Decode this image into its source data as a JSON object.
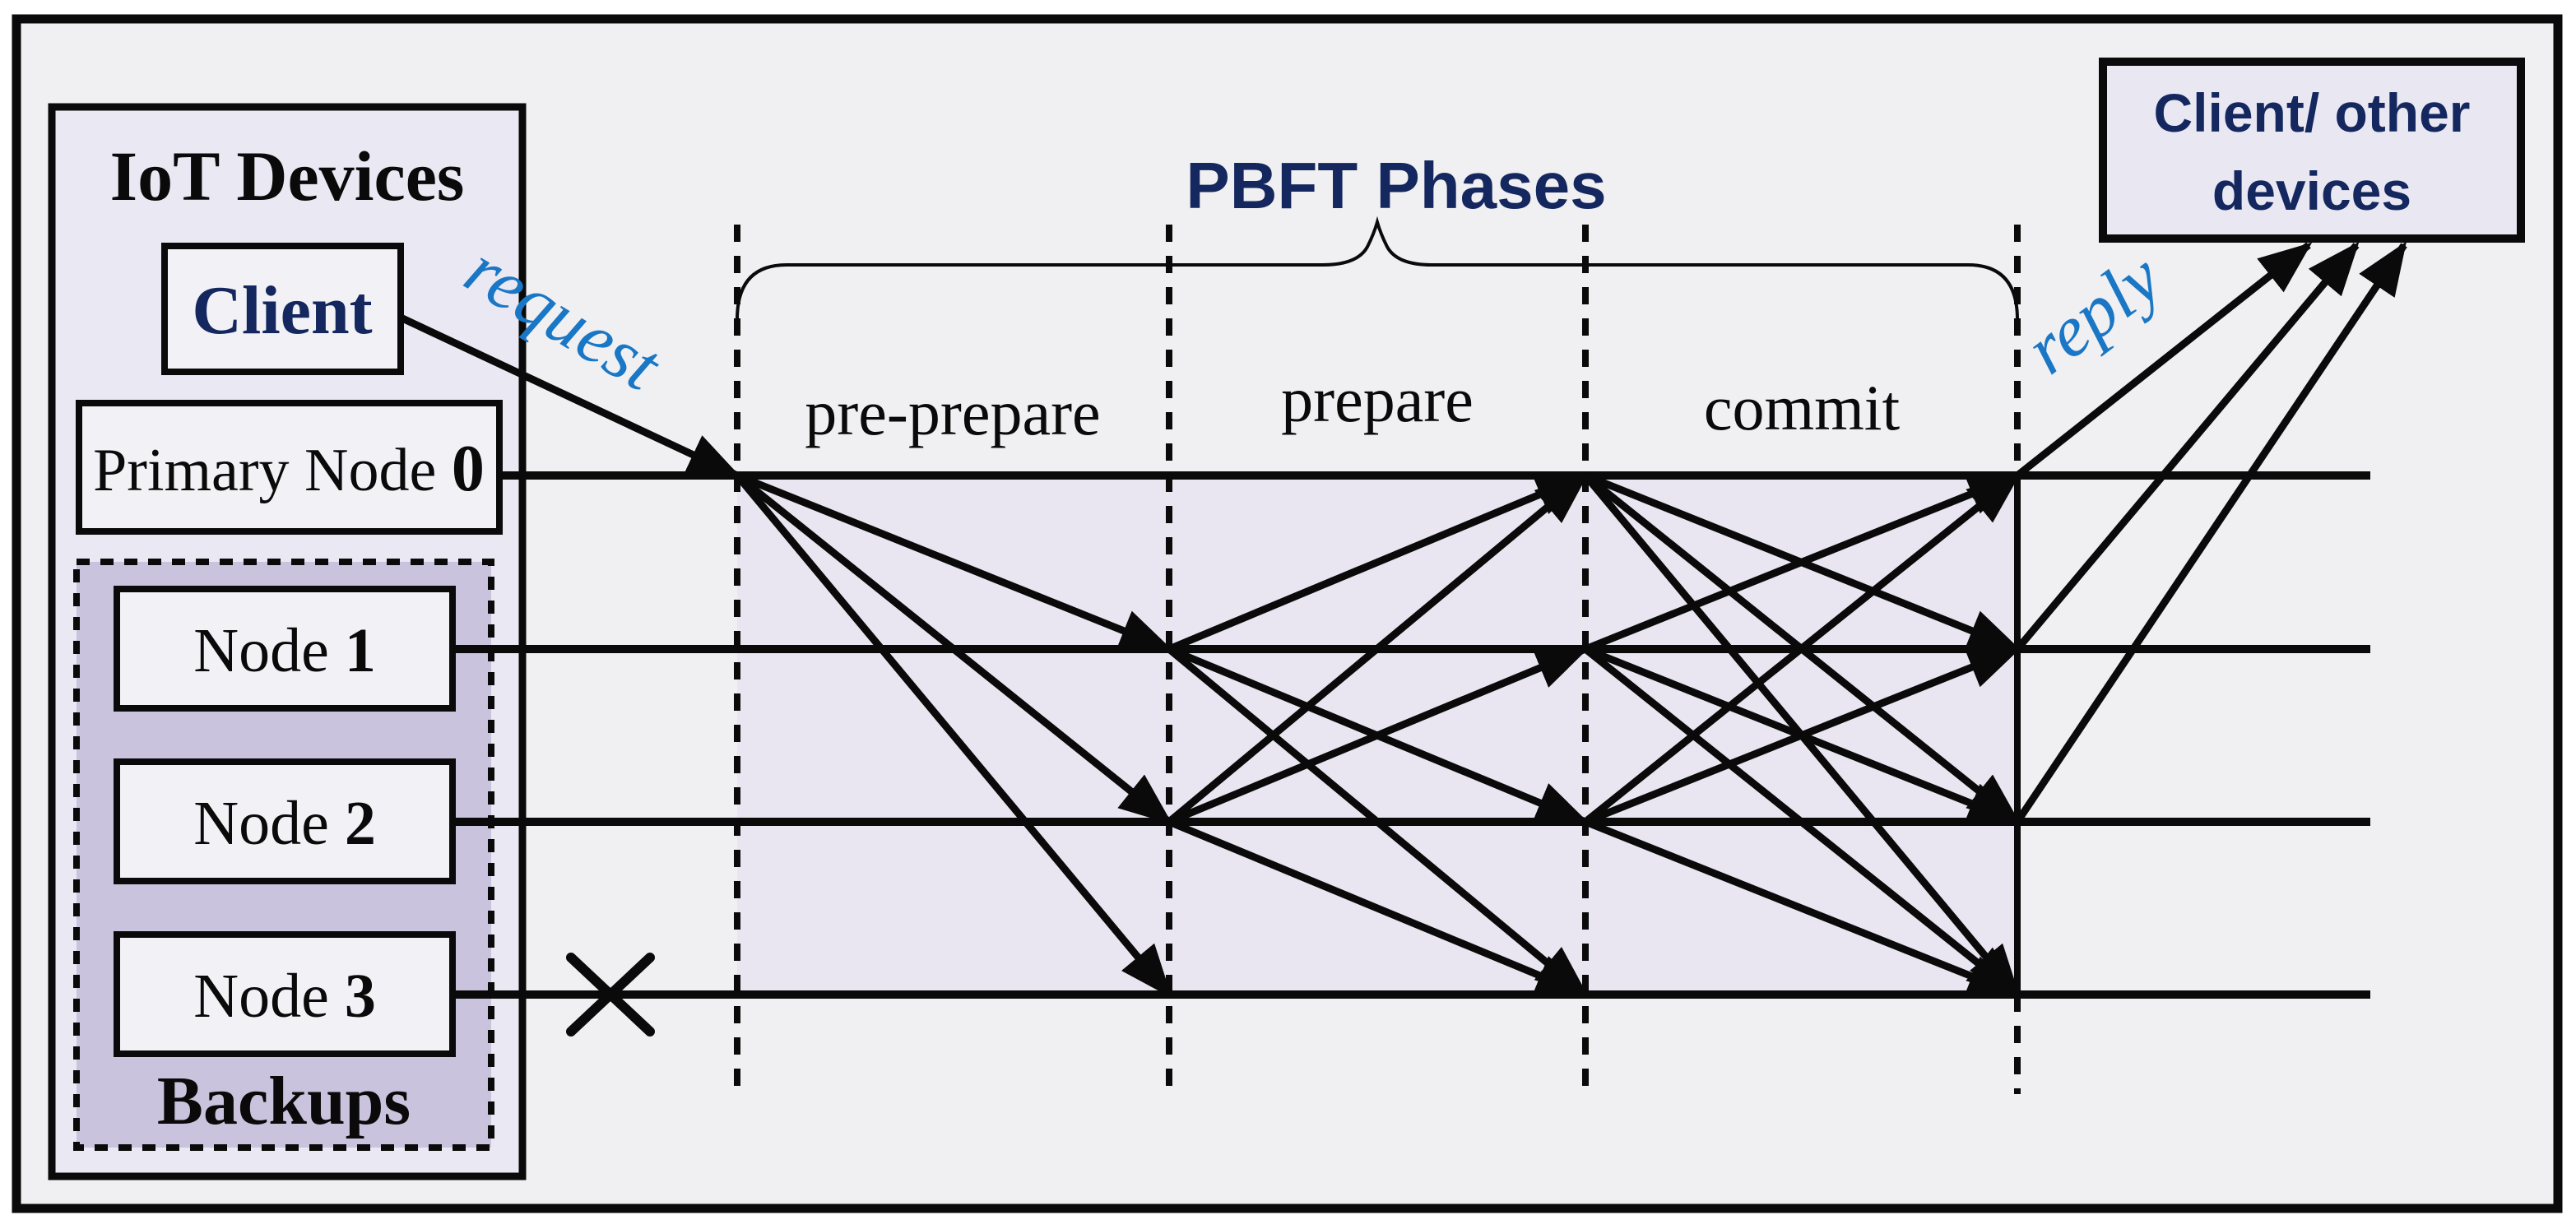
{
  "diagram": {
    "iot": {
      "title": "IoT Devices",
      "client_label": "Client",
      "primary": {
        "text": "Primary Node ",
        "number": "0"
      },
      "backups_label": "Backups",
      "nodes": [
        {
          "text": "Node ",
          "number": "1"
        },
        {
          "text": "Node ",
          "number": "2"
        },
        {
          "text": "Node ",
          "number": "3"
        }
      ]
    },
    "phases": {
      "title": "PBFT Phases",
      "labels": [
        "pre-prepare",
        "prepare",
        "commit"
      ]
    },
    "request_label": "request",
    "reply_label": "reply",
    "client_other": {
      "line1": "Client/ other",
      "line2": "devices"
    },
    "failure_mark": "faulty-node-3-x-mark",
    "colors": {
      "background": "#f0eff1",
      "iot_box_fill": "#eae8f2",
      "backups_fill": "#cac3dd",
      "node_box_fill": "#f2f1f5",
      "phase_band_fill": "#e9e6f1",
      "client_other_fill": "#e9e7f2",
      "title_navy": "#14275e",
      "message_blue": "#1a77c5",
      "line_black": "#0a0a0a"
    }
  }
}
